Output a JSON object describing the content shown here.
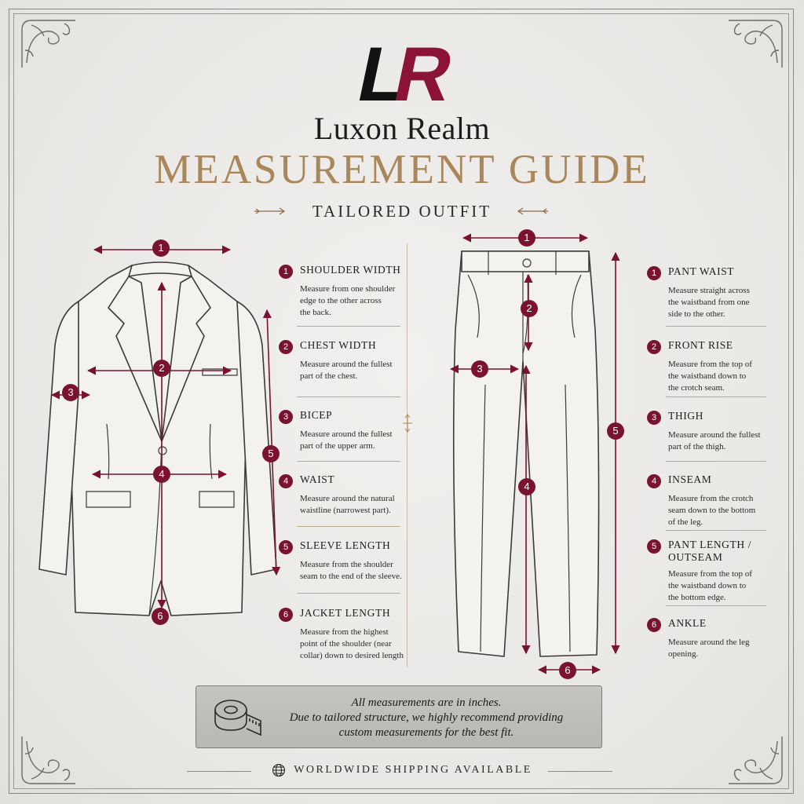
{
  "brand": {
    "logo_text": "LR",
    "name": "Luxon Realm",
    "colors": {
      "accent": "#7a1330",
      "gold": "#a9875a",
      "ink": "#1c1c1c"
    }
  },
  "title": "MEASUREMENT GUIDE",
  "subtitle": "TAILORED OUTFIT",
  "jacket": {
    "markers": [
      "1",
      "2",
      "3",
      "4",
      "5",
      "6"
    ],
    "items": [
      {
        "num": "1",
        "name": "SHOULDER WIDTH",
        "desc": [
          "Measure from one shoulder",
          "edge to the other across",
          "the back."
        ]
      },
      {
        "num": "2",
        "name": "CHEST WIDTH",
        "desc": [
          "Measure around the fullest",
          "part of the chest."
        ]
      },
      {
        "num": "3",
        "name": "BICEP",
        "desc": [
          "Measure around the fullest",
          "part of the upper arm."
        ]
      },
      {
        "num": "4",
        "name": "WAIST",
        "desc": [
          "Measure around the natural",
          "waistline (narrowest part)."
        ]
      },
      {
        "num": "5",
        "name": "SLEEVE LENGTH",
        "desc": [
          "Measure from the shoulder",
          "seam to the end of the sleeve."
        ]
      },
      {
        "num": "6",
        "name": "JACKET LENGTH",
        "desc": [
          "Measure from the highest",
          "point of the shoulder (near",
          "collar) down to desired length"
        ]
      }
    ]
  },
  "pants": {
    "markers": [
      "1",
      "2",
      "3",
      "4",
      "5",
      "6"
    ],
    "items": [
      {
        "num": "1",
        "name": "PANT WAIST",
        "desc": [
          "Measure straight across",
          "the waistband from one",
          "side to the other."
        ]
      },
      {
        "num": "2",
        "name": "FRONT RISE",
        "desc": [
          "Measure from the top of",
          "the waistband down to",
          "the crotch seam."
        ]
      },
      {
        "num": "3",
        "name": "THIGH",
        "desc": [
          "Measure around the fullest",
          "part of the thigh."
        ]
      },
      {
        "num": "4",
        "name": "INSEAM",
        "desc": [
          "Measure from the crotch",
          "seam down to the bottom",
          "of the leg."
        ]
      },
      {
        "num": "5",
        "name": "PANT LENGTH /",
        "name2": "OUTSEAM",
        "desc": [
          "Measure from the top of",
          "the waistband down to",
          "the bottom edge."
        ]
      },
      {
        "num": "6",
        "name": "ANKLE",
        "desc": [
          "Measure around the leg",
          "opening."
        ]
      }
    ]
  },
  "notice": {
    "lines": [
      "All measurements are in inches.",
      "Due to tailored structure, we highly recommend providing",
      "custom measurements for the best fit."
    ],
    "icon": "measuring-tape-icon"
  },
  "footer": {
    "shipping": "WORLDWIDE SHIPPING AVAILABLE",
    "icon": "globe-icon"
  }
}
